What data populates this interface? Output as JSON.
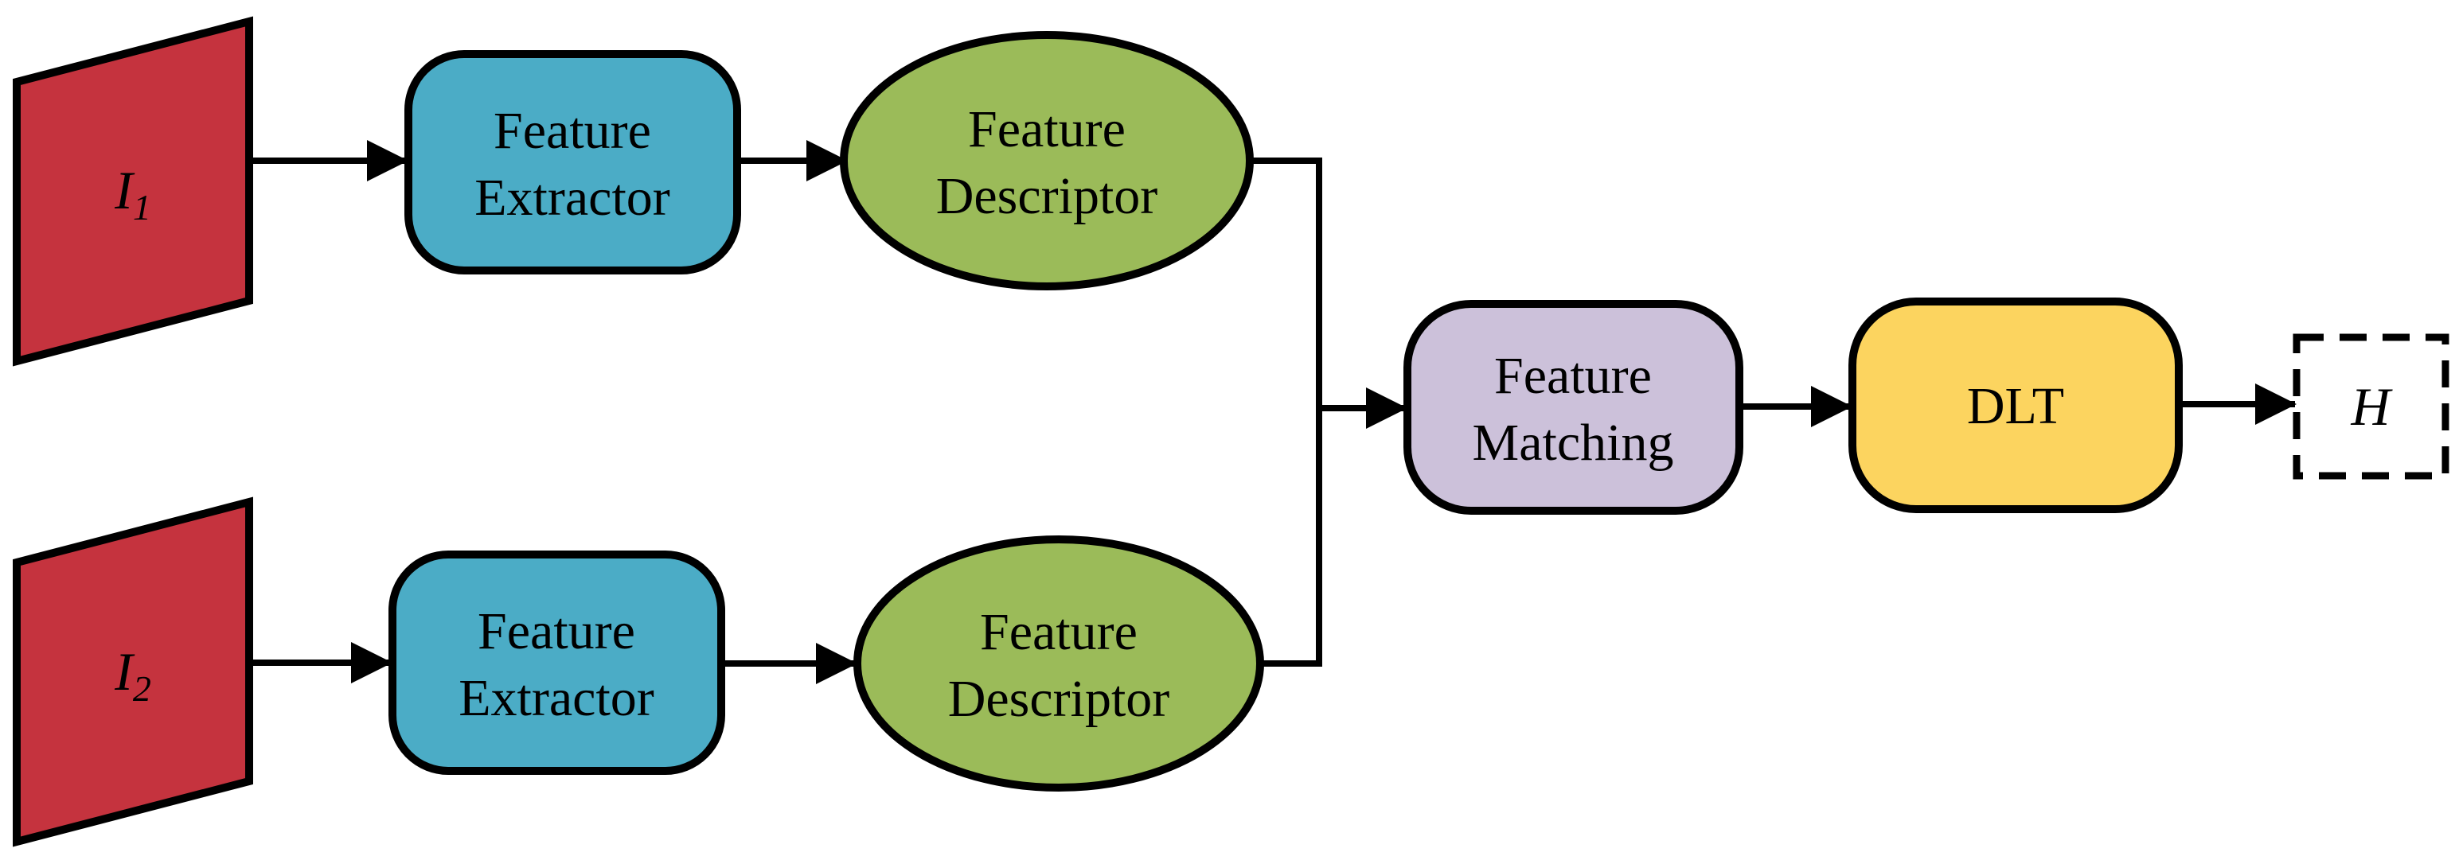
{
  "diagram": {
    "background": "#ffffff",
    "stroke_color": "#000000",
    "nodes": {
      "image1": {
        "base": "I",
        "sub": "1",
        "fill": "#c5333e",
        "shape": "parallelogram"
      },
      "image2": {
        "base": "I",
        "sub": "2",
        "fill": "#c5333e",
        "shape": "parallelogram"
      },
      "extractor1": {
        "line1": "Feature",
        "line2": "Extractor",
        "fill": "#4bacc6",
        "shape": "rounded-rect"
      },
      "extractor2": {
        "line1": "Feature",
        "line2": "Extractor",
        "fill": "#4bacc6",
        "shape": "rounded-rect"
      },
      "descriptor1": {
        "line1": "Feature",
        "line2": "Descriptor",
        "fill": "#9bbb59",
        "shape": "ellipse"
      },
      "descriptor2": {
        "line1": "Feature",
        "line2": "Descriptor",
        "fill": "#9bbb59",
        "shape": "ellipse"
      },
      "matching": {
        "line1": "Feature",
        "line2": "Matching",
        "fill": "#ccc1da",
        "shape": "rounded-rect"
      },
      "dlt": {
        "label": "DLT",
        "fill": "#fcd45f",
        "shape": "rounded-rect"
      },
      "homography": {
        "label": "H",
        "fill": "none",
        "shape": "dashed-rect"
      }
    }
  }
}
